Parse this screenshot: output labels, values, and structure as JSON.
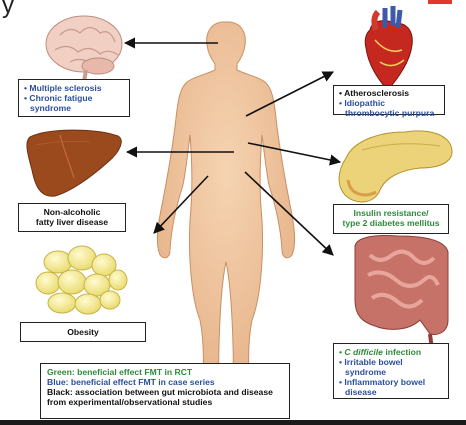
{
  "header_fragment": "y",
  "colors": {
    "green": "#2d8a3a",
    "blue": "#2a4f9e",
    "black": "#111111",
    "skin": "#eebf97",
    "arrow": "#111111"
  },
  "boxes": {
    "brain": {
      "items": [
        "Multiple sclerosis",
        "Chronic fatigue syndrome"
      ],
      "color": "blue"
    },
    "liver": {
      "lines": [
        "Non-alcoholic",
        "fatty liver disease"
      ],
      "color": "black"
    },
    "obesity": {
      "label": "Obesity",
      "color": "black"
    },
    "heart": {
      "items": [
        "Atherosclerosis",
        "Idiopathic thrombocytic purpura"
      ],
      "colors": [
        "black",
        "blue"
      ]
    },
    "pancreas": {
      "lines": [
        "Insulin resistance/",
        "type 2 diabetes mellitus"
      ],
      "color": "green"
    },
    "gut": {
      "item1_italic": "C difficile",
      "item1_rest": " infection",
      "item2": "Irritable bowel syndrome",
      "item3": "Inflammatory bowel disease"
    }
  },
  "legend": {
    "green": "Green: beneficial effect FMT in RCT",
    "blue": "Blue: beneficial effect FMT in case series",
    "black": "Black: association between gut microbiota and disease from experimental/observational studies"
  },
  "icons": [
    "brain-icon",
    "liver-icon",
    "fat-cells-icon",
    "heart-icon",
    "pancreas-icon",
    "intestine-icon",
    "human-body"
  ]
}
